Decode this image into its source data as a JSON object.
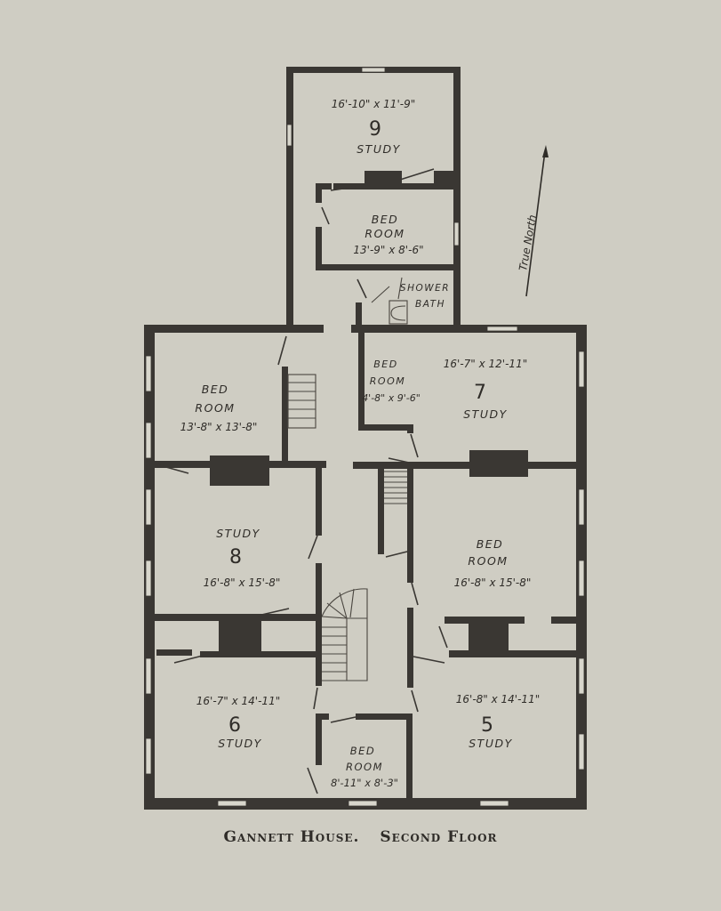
{
  "caption": {
    "part1": "Gannett House.",
    "part2": "Second Floor"
  },
  "compass": {
    "label": "True North"
  },
  "rooms": {
    "r9": {
      "number": "9",
      "name": "STUDY",
      "dims": "16'-10\" x 11'-9\""
    },
    "bed_upper": {
      "name1": "BED",
      "name2": "ROOM",
      "dims": "13'-9\" x 8'-6\""
    },
    "shower": {
      "name1": "SHOWER",
      "name2": "BATH"
    },
    "bed_nw": {
      "name1": "BED",
      "name2": "ROOM",
      "dims": "13'-8\" x 13'-8\""
    },
    "bed_small": {
      "name1": "BED",
      "name2": "ROOM",
      "dims": "4'-8\" x 9'-6\""
    },
    "r7": {
      "number": "7",
      "name": "STUDY",
      "dims": "16'-7\" x 12'-11\""
    },
    "r8": {
      "number": "8",
      "name": "STUDY",
      "dims": "16'-8\" x 15'-8\""
    },
    "bed_east": {
      "name1": "BED",
      "name2": "ROOM",
      "dims": "16'-8\" x 15'-8\""
    },
    "r6": {
      "number": "6",
      "name": "STUDY",
      "dims": "16'-7\" x 14'-11\""
    },
    "bed_south": {
      "name1": "BED",
      "name2": "ROOM",
      "dims": "8'-11\" x 8'-3\""
    },
    "r5": {
      "number": "5",
      "name": "STUDY",
      "dims": "16'-8\" x 14'-11\""
    }
  },
  "colors": {
    "paper": "#cfcdc3",
    "ink": "#3a3733"
  }
}
